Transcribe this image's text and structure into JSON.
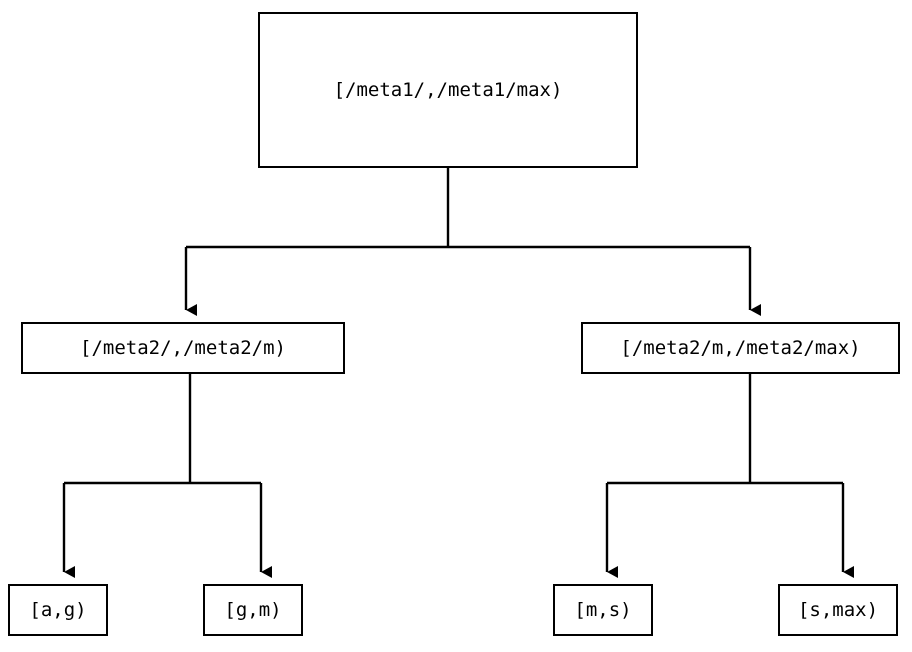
{
  "diagram": {
    "type": "tree",
    "orientation": "top-down",
    "background_color": "#ffffff",
    "line_color": "#000000",
    "text_color": "#000000",
    "nodes": {
      "root": {
        "label": "[/meta1/,/meta1/max)"
      },
      "mid_left": {
        "label": "[/meta2/,/meta2/m)"
      },
      "mid_right": {
        "label": "[/meta2/m,/meta2/max)"
      },
      "leaf_a": {
        "label": "[a,g)"
      },
      "leaf_b": {
        "label": "[g,m)"
      },
      "leaf_c": {
        "label": "[m,s)"
      },
      "leaf_d": {
        "label": "[s,max)"
      }
    },
    "edges": [
      {
        "from": "root",
        "to": "mid_left",
        "arrow": "down"
      },
      {
        "from": "root",
        "to": "mid_right",
        "arrow": "down"
      },
      {
        "from": "mid_left",
        "to": "leaf_a",
        "arrow": "down"
      },
      {
        "from": "mid_left",
        "to": "leaf_b",
        "arrow": "down"
      },
      {
        "from": "mid_right",
        "to": "leaf_c",
        "arrow": "down"
      },
      {
        "from": "mid_right",
        "to": "leaf_d",
        "arrow": "down"
      }
    ]
  }
}
